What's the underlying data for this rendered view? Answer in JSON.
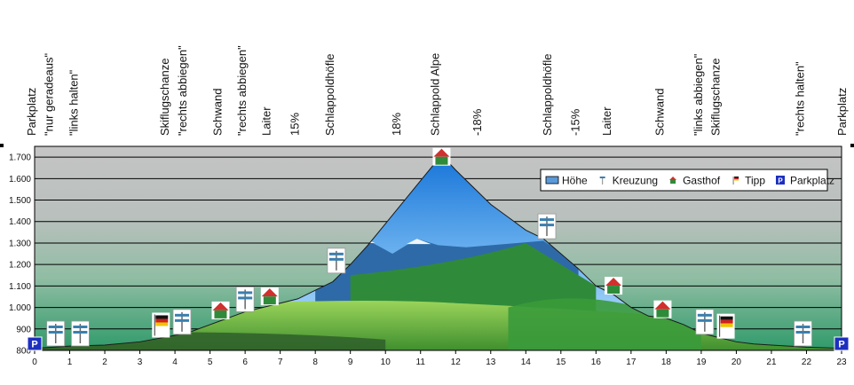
{
  "chart_data": {
    "type": "area",
    "title": "",
    "xlabel": "",
    "ylabel": "",
    "xlim": [
      0,
      23
    ],
    "ylim": [
      800,
      1750
    ],
    "x_ticks": [
      "0",
      "1",
      "2",
      "3",
      "4",
      "5",
      "6",
      "7",
      "8",
      "9",
      "10",
      "11",
      "12",
      "13",
      "14",
      "15",
      "16",
      "17",
      "18",
      "19",
      "20",
      "21",
      "22",
      "23"
    ],
    "y_ticks": [
      "800",
      "900",
      "1.000",
      "1.100",
      "1.200",
      "1.300",
      "1.400",
      "1.500",
      "1.600",
      "1.700"
    ],
    "grid": true,
    "background_color": "#c0c0c0",
    "profile": {
      "name": "Höhe",
      "x": [
        0,
        0.5,
        1,
        2,
        3,
        3.5,
        4,
        4.5,
        5,
        5.5,
        6,
        6.5,
        7,
        7.5,
        8,
        8.5,
        9,
        9.5,
        10,
        10.5,
        11,
        11.6,
        12,
        12.5,
        13,
        13.5,
        14,
        14.5,
        15,
        15.5,
        16,
        16.5,
        17,
        17.5,
        18,
        18.5,
        19,
        19.5,
        20,
        20.5,
        21,
        22,
        23
      ],
      "y": [
        810,
        815,
        820,
        825,
        840,
        855,
        870,
        890,
        920,
        950,
        980,
        1000,
        1020,
        1040,
        1080,
        1120,
        1200,
        1290,
        1390,
        1490,
        1590,
        1710,
        1640,
        1560,
        1480,
        1420,
        1360,
        1320,
        1250,
        1180,
        1100,
        1060,
        1000,
        960,
        950,
        920,
        880,
        860,
        840,
        830,
        825,
        815,
        810
      ]
    },
    "annotations": [
      {
        "label": "Parkplatz",
        "x": 0.1
      },
      {
        "label": "\"nur geradeaus\"",
        "x": 0.6
      },
      {
        "label": "\"links halten\"",
        "x": 1.3
      },
      {
        "label": "Skiflugschanze",
        "x": 3.9
      },
      {
        "label": "\"rechts abbiegen\"",
        "x": 4.4
      },
      {
        "label": "Schwand",
        "x": 5.4
      },
      {
        "label": "\"rechts abbiegen\"",
        "x": 6.1
      },
      {
        "label": "Laiter",
        "x": 6.8
      },
      {
        "label": "15%",
        "x": 7.6
      },
      {
        "label": "Schlappoldhöfle",
        "x": 8.6
      },
      {
        "label": "18%",
        "x": 10.5
      },
      {
        "label": "Schlappold Alpe",
        "x": 11.6
      },
      {
        "label": "-18%",
        "x": 12.8
      },
      {
        "label": "Schlappoldhöfle",
        "x": 14.8
      },
      {
        "label": "-15%",
        "x": 15.6
      },
      {
        "label": "Laiter",
        "x": 16.5
      },
      {
        "label": "Schwand",
        "x": 18.0
      },
      {
        "label": "\"links abbiegen\"",
        "x": 19.1
      },
      {
        "label": "Skiflugschanze",
        "x": 19.6
      },
      {
        "label": "\"rechts halten\"",
        "x": 22.0
      },
      {
        "label": "Parkplatz",
        "x": 23.2
      }
    ],
    "markers": [
      {
        "type": "parkplatz",
        "x": 0,
        "y": 810
      },
      {
        "type": "kreuzung",
        "x": 0.6,
        "y": 815
      },
      {
        "type": "kreuzung",
        "x": 1.3,
        "y": 820
      },
      {
        "type": "tipp",
        "x": 3.6,
        "y": 860
      },
      {
        "type": "kreuzung",
        "x": 4.2,
        "y": 875
      },
      {
        "type": "gasthof",
        "x": 5.3,
        "y": 945
      },
      {
        "type": "kreuzung",
        "x": 6.0,
        "y": 980
      },
      {
        "type": "gasthof",
        "x": 6.7,
        "y": 1010
      },
      {
        "type": "kreuzung",
        "x": 8.6,
        "y": 1160
      },
      {
        "type": "gasthof",
        "x": 11.6,
        "y": 1710
      },
      {
        "type": "kreuzung",
        "x": 14.6,
        "y": 1320
      },
      {
        "type": "gasthof",
        "x": 16.5,
        "y": 1060
      },
      {
        "type": "gasthof",
        "x": 17.9,
        "y": 950
      },
      {
        "type": "kreuzung",
        "x": 19.1,
        "y": 875
      },
      {
        "type": "tipp",
        "x": 19.7,
        "y": 855
      },
      {
        "type": "kreuzung",
        "x": 21.9,
        "y": 815
      },
      {
        "type": "parkplatz",
        "x": 23,
        "y": 810
      }
    ],
    "legend": {
      "placement": "top-right",
      "entries": [
        {
          "label": "Höhe",
          "icon": "hoehe-swatch-icon"
        },
        {
          "label": "Kreuzung",
          "icon": "signpost-icon"
        },
        {
          "label": "Gasthof",
          "icon": "house-icon"
        },
        {
          "label": "Tipp",
          "icon": "flag-icon"
        },
        {
          "label": "Parkplatz",
          "icon": "parking-icon"
        }
      ]
    },
    "colors": {
      "grid": "#000000",
      "sky": "#1e7fd8",
      "mountain": "#2e6aa8",
      "forest": "#2f8b3a",
      "meadow": "#7ec442",
      "plot_green": "#5bab7a",
      "plot_gray": "#bfbfbf",
      "parking": "#1d2fbf",
      "roof": "#d0302e",
      "house_wall": "#2f8b3a"
    },
    "parking_letter": "P"
  }
}
